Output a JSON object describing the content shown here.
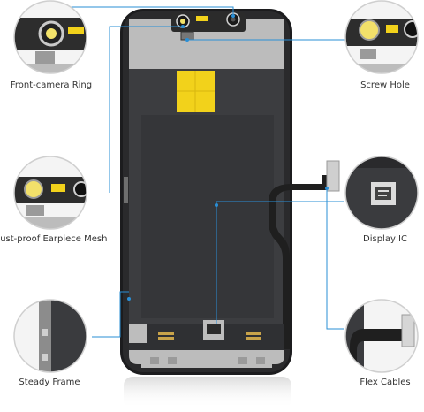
{
  "callouts": {
    "front_camera_ring": "Front-camera Ring",
    "screw_hole": "Screw Hole",
    "dust_proof_mesh": "Dust-proof Earpiece Mesh",
    "display_ic": "Display IC",
    "steady_frame": "Steady Frame",
    "flex_cables": "Flex Cables"
  },
  "colors": {
    "callout_line": "#2a8fd6",
    "frame": "#1c1c1e",
    "metal": "#b9b9b9",
    "panel": "#3c3d40",
    "yellow_tape": "#f2d21b",
    "flex": "#1f1f1f"
  }
}
